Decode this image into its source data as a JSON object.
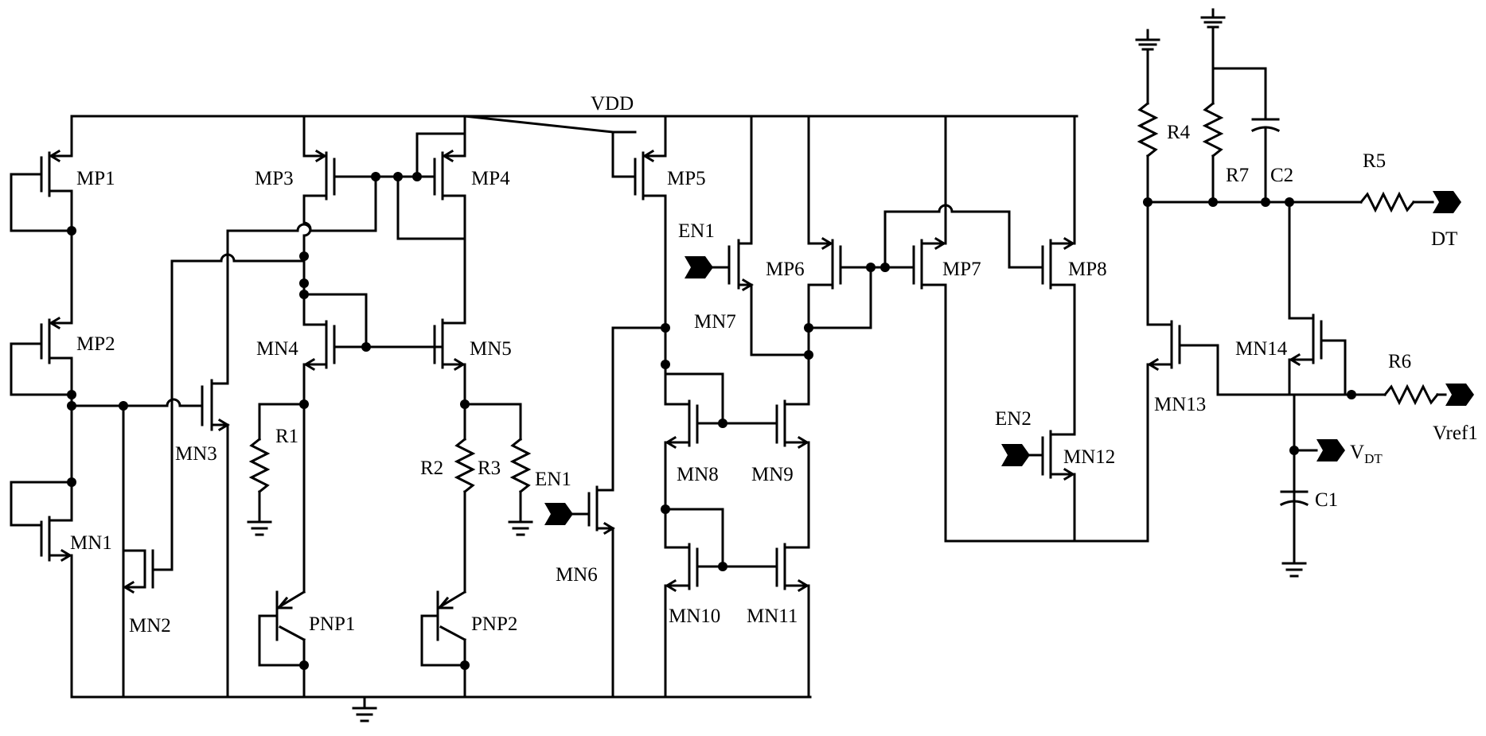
{
  "labels": {
    "vdd": "VDD",
    "mp1": "MP1",
    "mp2": "MP2",
    "mp3": "MP3",
    "mp4": "MP4",
    "mp5": "MP5",
    "mp6": "MP6",
    "mp7": "MP7",
    "mp8": "MP8",
    "mn1": "MN1",
    "mn2": "MN2",
    "mn3": "MN3",
    "mn4": "MN4",
    "mn5": "MN5",
    "mn6": "MN6",
    "mn7": "MN7",
    "mn8": "MN8",
    "mn9": "MN9",
    "mn10": "MN10",
    "mn11": "MN11",
    "mn12": "MN12",
    "mn13": "MN13",
    "mn14": "MN14",
    "r1": "R1",
    "r2": "R2",
    "r3": "R3",
    "r4": "R4",
    "r5": "R5",
    "r6": "R6",
    "r7": "R7",
    "c1": "C1",
    "c2": "C2",
    "pnp1": "PNP1",
    "pnp2": "PNP2",
    "en1_a": "EN1",
    "en1_b": "EN1",
    "en2": "EN2",
    "dt": "DT",
    "vref1": "Vref1",
    "vdt_main": "V",
    "vdt_sub": "DT"
  }
}
